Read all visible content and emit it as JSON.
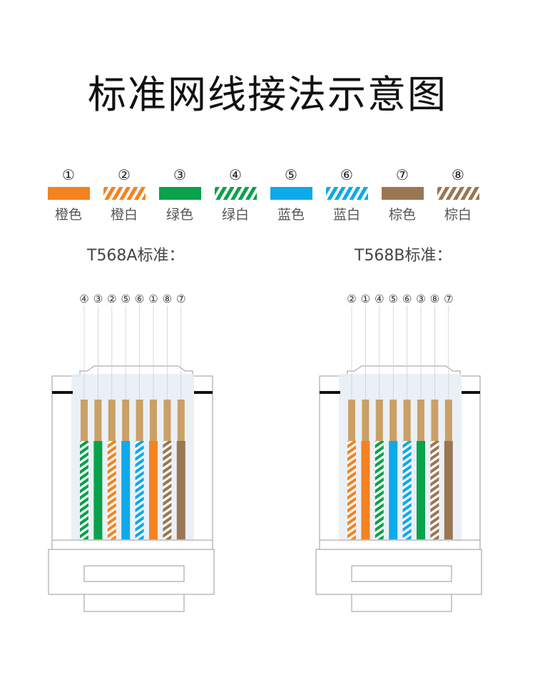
{
  "title": "标准网线接法示意图",
  "colors": {
    "1": "#f58220",
    "2": "#f58220",
    "3": "#0aa24b",
    "4": "#0aa24b",
    "5": "#0ea9e8",
    "6": "#0ea9e8",
    "7": "#9a7753",
    "8": "#9a7753"
  },
  "legend": [
    {
      "id": "1",
      "num": "①",
      "label": "橙色",
      "striped": false
    },
    {
      "id": "2",
      "num": "②",
      "label": "橙白",
      "striped": true
    },
    {
      "id": "3",
      "num": "③",
      "label": "绿色",
      "striped": false
    },
    {
      "id": "4",
      "num": "④",
      "label": "绿白",
      "striped": true
    },
    {
      "id": "5",
      "num": "⑤",
      "label": "蓝色",
      "striped": false
    },
    {
      "id": "6",
      "num": "⑥",
      "label": "蓝白",
      "striped": true
    },
    {
      "id": "7",
      "num": "⑦",
      "label": "棕色",
      "striped": false
    },
    {
      "id": "8",
      "num": "⑧",
      "label": "棕白",
      "striped": true
    }
  ],
  "standards": [
    {
      "label": "T568A标准：",
      "order": [
        "4",
        "3",
        "2",
        "5",
        "6",
        "1",
        "8",
        "7"
      ]
    },
    {
      "label": "T568B标准：",
      "order": [
        "2",
        "1",
        "4",
        "5",
        "6",
        "3",
        "8",
        "7"
      ]
    }
  ],
  "circled": {
    "1": "①",
    "2": "②",
    "3": "③",
    "4": "④",
    "5": "⑤",
    "6": "⑥",
    "7": "⑦",
    "8": "⑧"
  }
}
